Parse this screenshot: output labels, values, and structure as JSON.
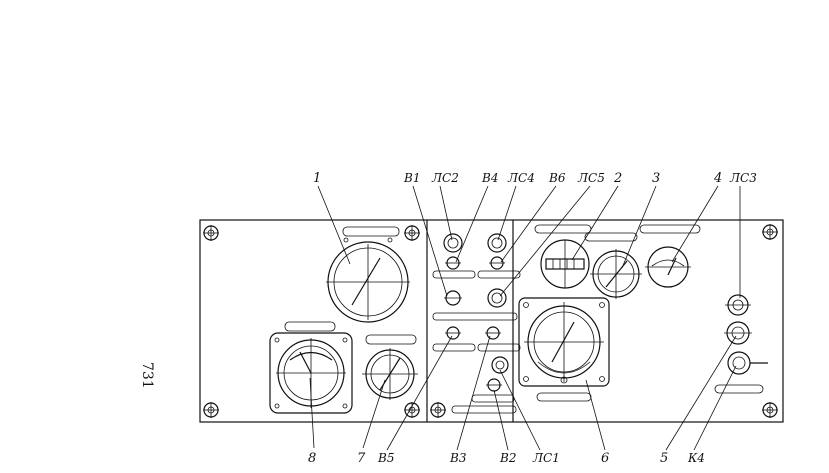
{
  "page_number": "731",
  "callouts": {
    "c1": "1",
    "c2": "2",
    "c3": "3",
    "c4": "4",
    "c5": "5",
    "c6": "6",
    "c7": "7",
    "c8": "8",
    "B1": "B1",
    "B2": "B2",
    "B3": "B3",
    "B4": "B4",
    "B5": "B5",
    "B6": "B6",
    "LS1": "ЛС1",
    "LS2": "ЛС2",
    "LS3": "ЛС3",
    "LS4": "ЛС4",
    "LS5": "ЛС5",
    "K4": "К4"
  }
}
